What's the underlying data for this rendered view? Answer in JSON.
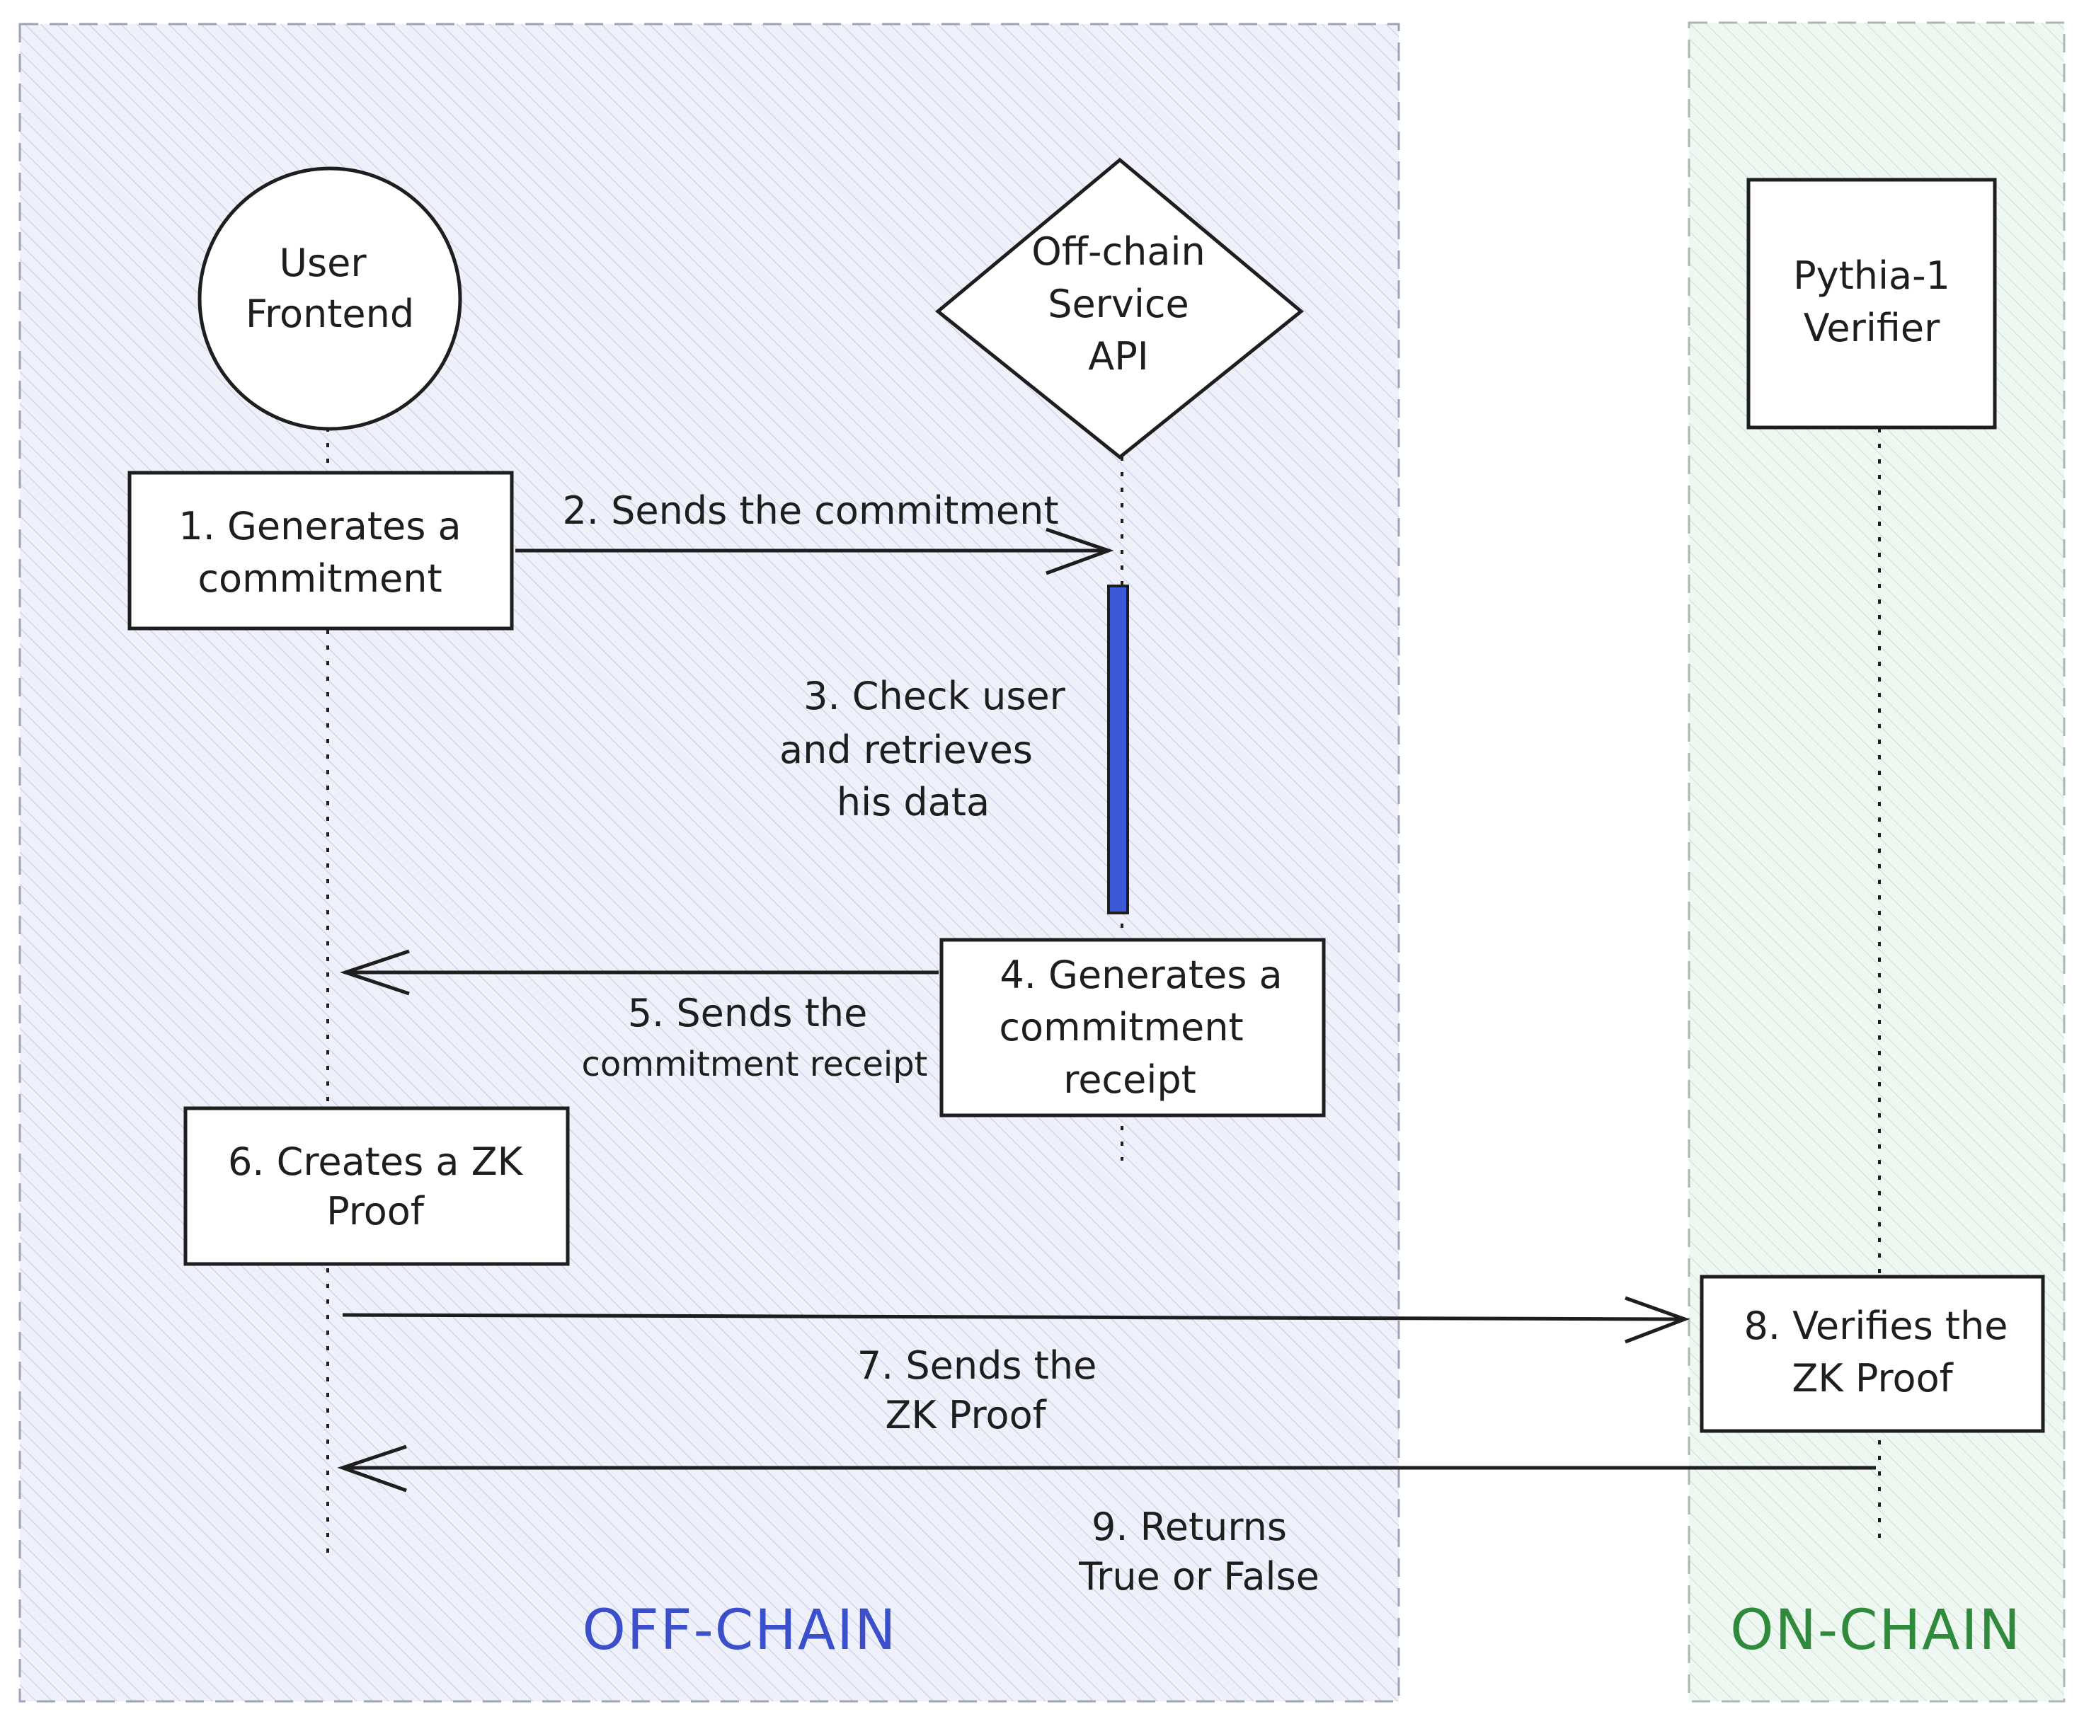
{
  "colors": {
    "ink": "#1e1e1e",
    "offchain_zone_fill": "#e8ebf7",
    "offchain_zone_hatch": "#c5cbe6",
    "offchain_title": "#3a4fc9",
    "onchain_zone_fill": "#eaf5ee",
    "onchain_zone_hatch": "#c8e3d0",
    "onchain_title": "#2f8a3c",
    "activation_bar": "#3b59d9"
  },
  "zones": {
    "offchain_title": "OFF-CHAIN",
    "onchain_title": "ON-CHAIN"
  },
  "actors": {
    "user": {
      "line1": "User",
      "line2": "Frontend",
      "shape": "circle"
    },
    "service": {
      "line1": "Off-chain",
      "line2": "Service",
      "line3": "API",
      "shape": "diamond"
    },
    "verifier": {
      "line1": "Pythia-1",
      "line2": "Verifier",
      "shape": "rectangle"
    }
  },
  "steps": {
    "s1": {
      "line1": "1. Generates a",
      "line2": "commitment"
    },
    "s2": {
      "line1": "2. Sends the commitment"
    },
    "s3": {
      "line1": "3. Check user",
      "line2": "and retrieves",
      "line3": "his data"
    },
    "s4": {
      "line1": "4. Generates a",
      "line2": "commitment",
      "line3": "receipt"
    },
    "s5": {
      "line1": "5. Sends the",
      "line2": "commitment receipt"
    },
    "s6": {
      "line1": "6. Creates a ZK",
      "line2": "Proof"
    },
    "s7": {
      "line1": "7. Sends the",
      "line2": "ZK Proof"
    },
    "s8": {
      "line1": "8. Verifies the",
      "line2": "ZK Proof"
    },
    "s9": {
      "line1": "9. Returns",
      "line2": "True or False"
    }
  }
}
